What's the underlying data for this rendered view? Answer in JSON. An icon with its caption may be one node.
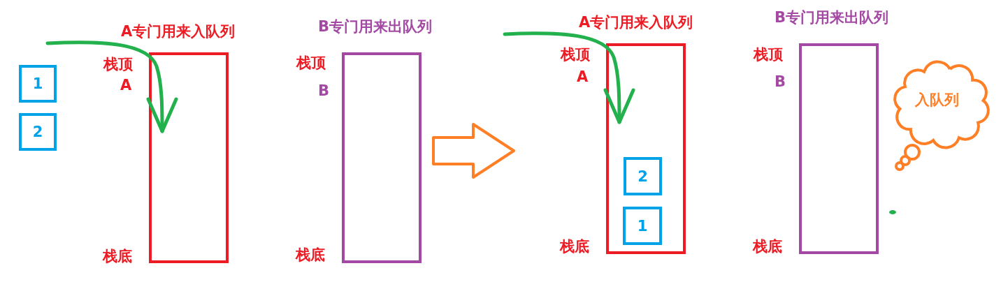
{
  "diagram": {
    "nodes": [
      {
        "text": [
          "1"
        ]
      },
      {
        "text": [
          "2"
        ]
      },
      {
        "text": [
          "A专门用来入队列"
        ],
        "beside": [
          "栈顶",
          "A",
          "栈底"
        ]
      },
      {
        "text": [
          "B专门用来出队列"
        ],
        "beside": [
          "栈顶",
          "B",
          "栈底"
        ]
      },
      {
        "text": [
          "A专门用来入队列"
        ],
        "beside": [
          "栈顶",
          "A",
          "栈底"
        ]
      },
      {
        "text": [
          "2"
        ],
        "in": 4
      },
      {
        "text": [
          "1"
        ],
        "in": 4
      },
      {
        "text": [
          "B专门用来出队列"
        ],
        "beside": [
          "栈顶",
          "B",
          "栈底"
        ]
      },
      {
        "text": [
          "入队列"
        ]
      }
    ],
    "edges": [
      {
        "from": null,
        "to": 2,
        "arrow": "to"
      },
      {
        "from": 3,
        "to": 4,
        "arrow": "to",
        "style": "thick",
        "color": "#ff7f27"
      },
      {
        "from": null,
        "to": 4,
        "arrow": "to"
      }
    ]
  }
}
